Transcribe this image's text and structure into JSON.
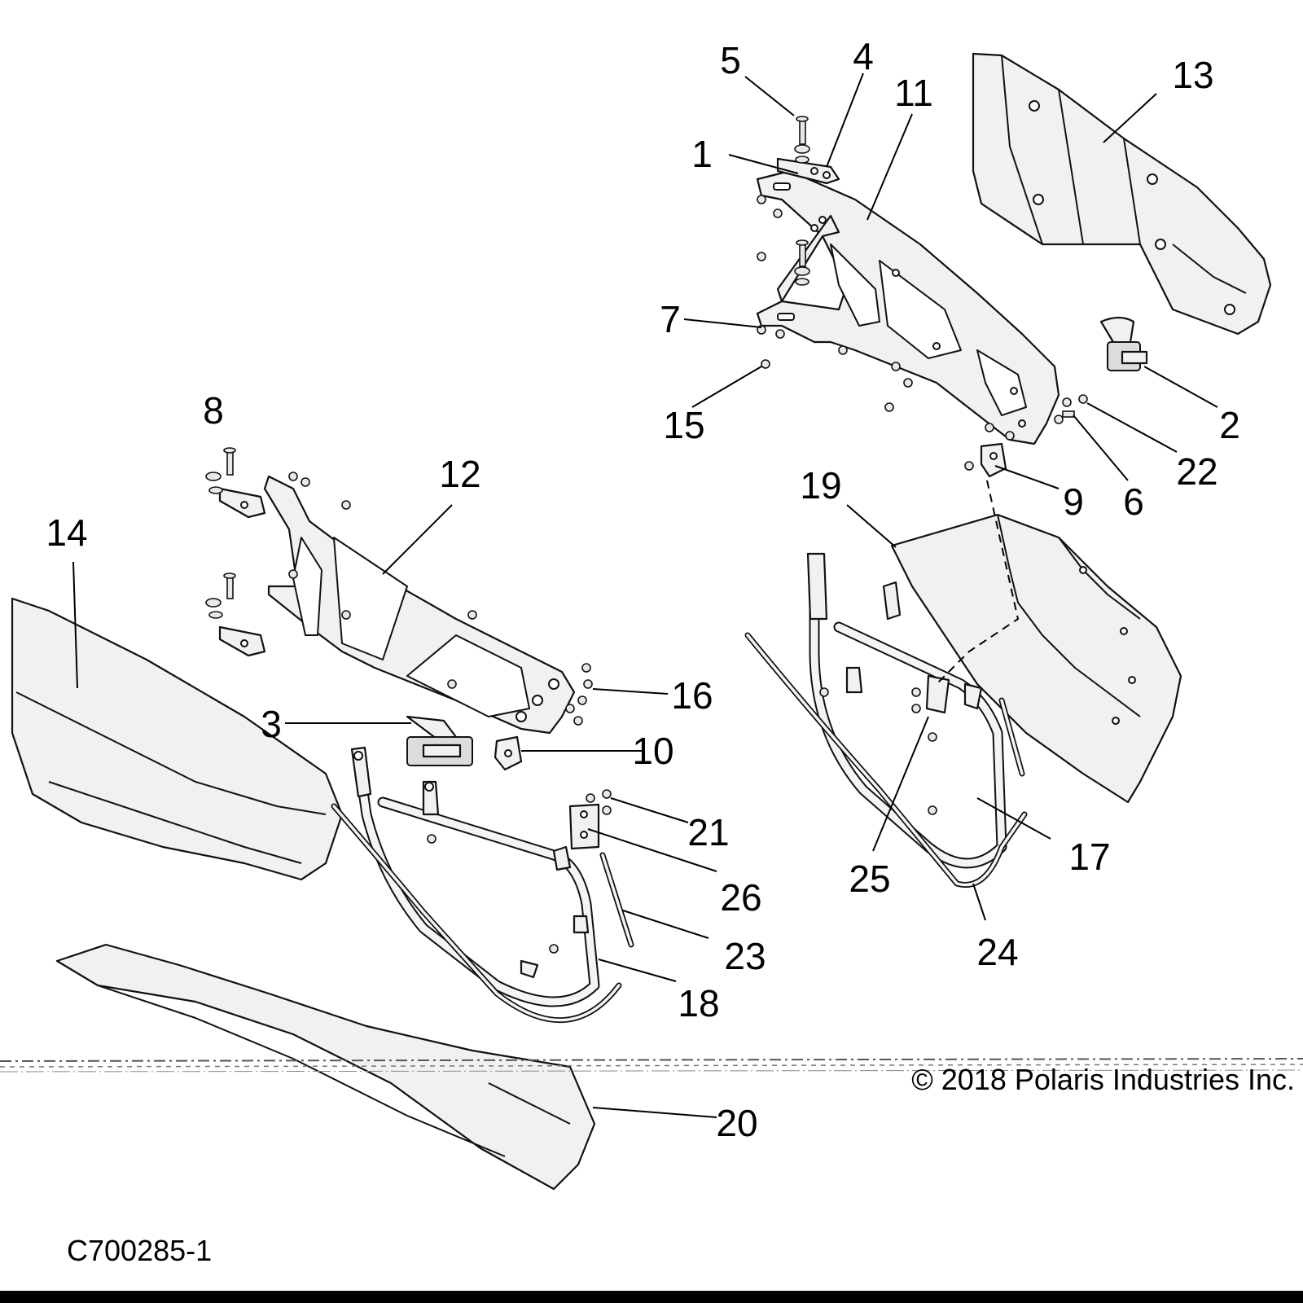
{
  "diagram": {
    "drawing_id": "C700285-1",
    "copyright": "© 2018 Polaris Industries Inc.",
    "callouts": [
      "1",
      "2",
      "3",
      "4",
      "5",
      "6",
      "7",
      "8",
      "9",
      "10",
      "11",
      "12",
      "13",
      "14",
      "15",
      "16",
      "17",
      "18",
      "19",
      "20",
      "21",
      "22",
      "23",
      "24",
      "25",
      "26"
    ]
  }
}
